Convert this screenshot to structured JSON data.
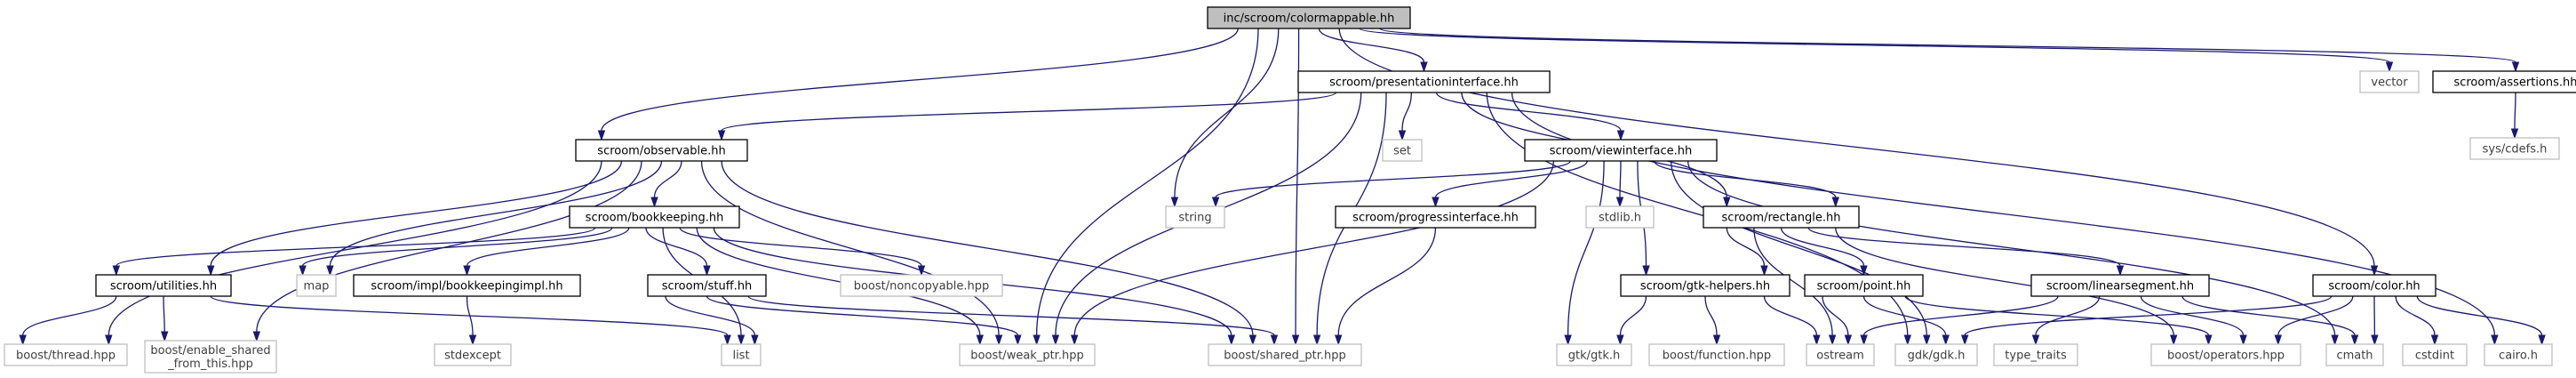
{
  "colors": {
    "edge": "#191970",
    "root_fill": "#bfbfbf",
    "local_border": "#000000",
    "system_border": "#bfbfbf",
    "system_text": "#3f3f3f"
  },
  "nodes": [
    {
      "id": "root",
      "lines": [
        "inc/scroom/colormappable.hh"
      ],
      "kind": "root"
    },
    {
      "id": "presint",
      "lines": [
        "scroom/presentationinterface.hh"
      ],
      "kind": "local"
    },
    {
      "id": "vector",
      "lines": [
        "vector"
      ],
      "kind": "system"
    },
    {
      "id": "assertions",
      "lines": [
        "scroom/assertions.hh"
      ],
      "kind": "local"
    },
    {
      "id": "sysdefs",
      "lines": [
        "sys/cdefs.h"
      ],
      "kind": "system"
    },
    {
      "id": "observable",
      "lines": [
        "scroom/observable.hh"
      ],
      "kind": "local"
    },
    {
      "id": "set",
      "lines": [
        "set"
      ],
      "kind": "system"
    },
    {
      "id": "viewint",
      "lines": [
        "scroom/viewinterface.hh"
      ],
      "kind": "local"
    },
    {
      "id": "string",
      "lines": [
        "string"
      ],
      "kind": "system"
    },
    {
      "id": "progint",
      "lines": [
        "scroom/progressinterface.hh"
      ],
      "kind": "local"
    },
    {
      "id": "stdlib",
      "lines": [
        "stdlib.h"
      ],
      "kind": "system"
    },
    {
      "id": "rectangle",
      "lines": [
        "scroom/rectangle.hh"
      ],
      "kind": "local"
    },
    {
      "id": "bookkeeping",
      "lines": [
        "scroom/bookkeeping.hh"
      ],
      "kind": "local"
    },
    {
      "id": "map",
      "lines": [
        "map"
      ],
      "kind": "system"
    },
    {
      "id": "bkimpl",
      "lines": [
        "scroom/impl/bookkeepingimpl.hh"
      ],
      "kind": "local"
    },
    {
      "id": "noncopyable",
      "lines": [
        "boost/noncopyable.hpp"
      ],
      "kind": "system"
    },
    {
      "id": "stuff",
      "lines": [
        "scroom/stuff.hh"
      ],
      "kind": "local"
    },
    {
      "id": "utilities",
      "lines": [
        "scroom/utilities.hh"
      ],
      "kind": "local"
    },
    {
      "id": "thread",
      "lines": [
        "boost/thread.hpp"
      ],
      "kind": "system"
    },
    {
      "id": "enableshared",
      "lines": [
        "boost/enable_shared",
        "_from_this.hpp"
      ],
      "kind": "system"
    },
    {
      "id": "list",
      "lines": [
        "list"
      ],
      "kind": "system"
    },
    {
      "id": "stdexcept",
      "lines": [
        "stdexcept"
      ],
      "kind": "system"
    },
    {
      "id": "weakptr",
      "lines": [
        "boost/weak_ptr.hpp"
      ],
      "kind": "system"
    },
    {
      "id": "sharedptr",
      "lines": [
        "boost/shared_ptr.hpp"
      ],
      "kind": "system"
    },
    {
      "id": "gtkhelpers",
      "lines": [
        "scroom/gtk-helpers.hh"
      ],
      "kind": "local"
    },
    {
      "id": "gtkgtk",
      "lines": [
        "gtk/gtk.h"
      ],
      "kind": "system"
    },
    {
      "id": "boostfunction",
      "lines": [
        "boost/function.hpp"
      ],
      "kind": "system"
    },
    {
      "id": "point",
      "lines": [
        "scroom/point.hh"
      ],
      "kind": "local"
    },
    {
      "id": "ostream",
      "lines": [
        "ostream"
      ],
      "kind": "system"
    },
    {
      "id": "gdkgdk",
      "lines": [
        "gdk/gdk.h"
      ],
      "kind": "system"
    },
    {
      "id": "linseg",
      "lines": [
        "scroom/linearsegment.hh"
      ],
      "kind": "local"
    },
    {
      "id": "typetraits",
      "lines": [
        "type_traits"
      ],
      "kind": "system"
    },
    {
      "id": "operators",
      "lines": [
        "boost/operators.hpp"
      ],
      "kind": "system"
    },
    {
      "id": "color",
      "lines": [
        "scroom/color.hh"
      ],
      "kind": "local"
    },
    {
      "id": "cmath",
      "lines": [
        "cmath"
      ],
      "kind": "system"
    },
    {
      "id": "cstdint",
      "lines": [
        "cstdint"
      ],
      "kind": "system"
    },
    {
      "id": "cairo",
      "lines": [
        "cairo.h"
      ],
      "kind": "system"
    }
  ],
  "edges": [
    {
      "from": "root",
      "to": "presint"
    },
    {
      "from": "root",
      "to": "vector"
    },
    {
      "from": "root",
      "to": "assertions"
    },
    {
      "from": "root",
      "to": "observable"
    },
    {
      "from": "root",
      "to": "string"
    },
    {
      "from": "root",
      "to": "weakptr"
    },
    {
      "from": "root",
      "to": "sharedptr"
    },
    {
      "from": "root",
      "to": "color"
    },
    {
      "from": "assertions",
      "to": "sysdefs"
    },
    {
      "from": "presint",
      "to": "observable"
    },
    {
      "from": "presint",
      "to": "set"
    },
    {
      "from": "presint",
      "to": "viewint"
    },
    {
      "from": "presint",
      "to": "rectangle"
    },
    {
      "from": "presint",
      "to": "weakptr"
    },
    {
      "from": "presint",
      "to": "sharedptr"
    },
    {
      "from": "presint",
      "to": "gdkgdk"
    },
    {
      "from": "presint",
      "to": "cairo"
    },
    {
      "from": "observable",
      "to": "bookkeeping"
    },
    {
      "from": "observable",
      "to": "utilities"
    },
    {
      "from": "observable",
      "to": "map"
    },
    {
      "from": "observable",
      "to": "thread"
    },
    {
      "from": "observable",
      "to": "enableshared"
    },
    {
      "from": "observable",
      "to": "weakptr"
    },
    {
      "from": "observable",
      "to": "sharedptr"
    },
    {
      "from": "viewint",
      "to": "string"
    },
    {
      "from": "viewint",
      "to": "progint"
    },
    {
      "from": "viewint",
      "to": "stdlib"
    },
    {
      "from": "viewint",
      "to": "rectangle"
    },
    {
      "from": "viewint",
      "to": "gtkhelpers"
    },
    {
      "from": "viewint",
      "to": "gtkgtk"
    },
    {
      "from": "viewint",
      "to": "gdkgdk"
    },
    {
      "from": "viewint",
      "to": "weakptr"
    },
    {
      "from": "viewint",
      "to": "cmath"
    },
    {
      "from": "progint",
      "to": "sharedptr"
    },
    {
      "from": "bookkeeping",
      "to": "map"
    },
    {
      "from": "bookkeeping",
      "to": "bkimpl"
    },
    {
      "from": "bookkeeping",
      "to": "noncopyable"
    },
    {
      "from": "bookkeeping",
      "to": "stuff"
    },
    {
      "from": "bookkeeping",
      "to": "utilities"
    },
    {
      "from": "bookkeeping",
      "to": "list"
    },
    {
      "from": "bookkeeping",
      "to": "weakptr"
    },
    {
      "from": "bookkeeping",
      "to": "sharedptr"
    },
    {
      "from": "bkimpl",
      "to": "stdexcept"
    },
    {
      "from": "stuff",
      "to": "list"
    },
    {
      "from": "stuff",
      "to": "weakptr"
    },
    {
      "from": "stuff",
      "to": "sharedptr"
    },
    {
      "from": "utilities",
      "to": "thread"
    },
    {
      "from": "utilities",
      "to": "enableshared"
    },
    {
      "from": "utilities",
      "to": "list"
    },
    {
      "from": "rectangle",
      "to": "gtkhelpers"
    },
    {
      "from": "rectangle",
      "to": "point"
    },
    {
      "from": "rectangle",
      "to": "linseg"
    },
    {
      "from": "rectangle",
      "to": "ostream"
    },
    {
      "from": "rectangle",
      "to": "operators"
    },
    {
      "from": "gtkhelpers",
      "to": "gtkgtk"
    },
    {
      "from": "gtkhelpers",
      "to": "boostfunction"
    },
    {
      "from": "gtkhelpers",
      "to": "ostream"
    },
    {
      "from": "point",
      "to": "ostream"
    },
    {
      "from": "point",
      "to": "gdkgdk"
    },
    {
      "from": "point",
      "to": "operators"
    },
    {
      "from": "linseg",
      "to": "ostream"
    },
    {
      "from": "linseg",
      "to": "typetraits"
    },
    {
      "from": "linseg",
      "to": "operators"
    },
    {
      "from": "linseg",
      "to": "cmath"
    },
    {
      "from": "color",
      "to": "gdkgdk"
    },
    {
      "from": "color",
      "to": "operators"
    },
    {
      "from": "color",
      "to": "cmath"
    },
    {
      "from": "color",
      "to": "cstdint"
    },
    {
      "from": "color",
      "to": "cairo"
    }
  ]
}
